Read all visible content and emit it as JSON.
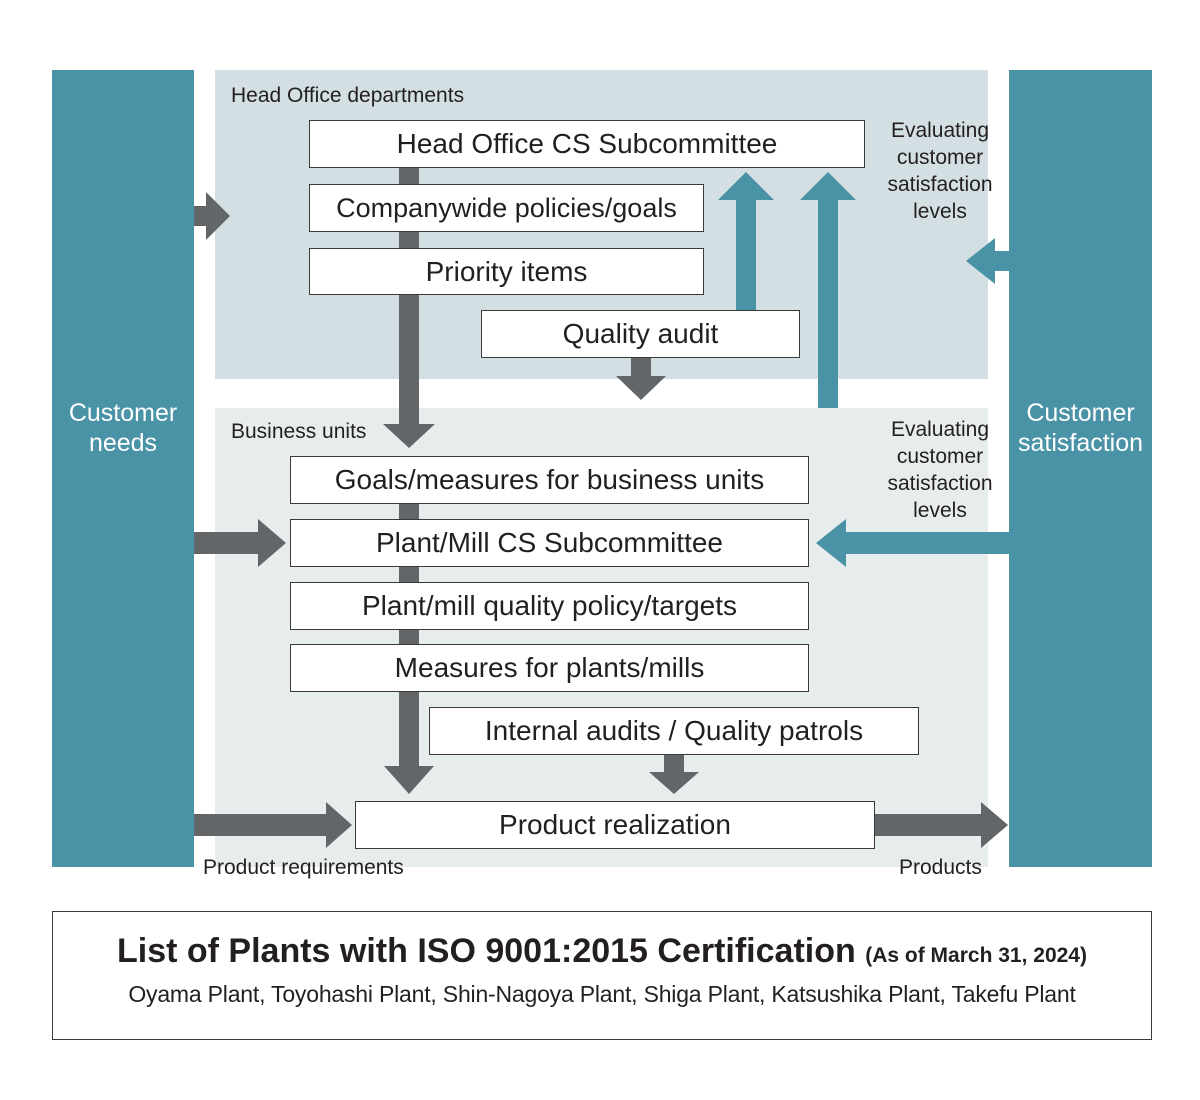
{
  "panels": {
    "head_office_label": "Head Office departments",
    "business_units_label": "Business units"
  },
  "sides": {
    "left": [
      "Customer",
      "needs"
    ],
    "right": [
      "Customer",
      "satisfaction"
    ]
  },
  "boxes": {
    "head_cs": "Head Office CS Subcommittee",
    "companywide": "Companywide policies/goals",
    "priority": "Priority items",
    "quality_audit": "Quality audit",
    "goals_bu": "Goals/measures for business units",
    "plant_cs": "Plant/Mill CS Subcommittee",
    "plant_policy": "Plant/mill quality policy/targets",
    "measures": "Measures for plants/mills",
    "internal_audits": "Internal audits / Quality patrols",
    "product_realization": "Product realization"
  },
  "evaluating": {
    "top": [
      "Evaluating",
      "customer",
      "satisfaction",
      "levels"
    ],
    "bottom": [
      "Evaluating",
      "customer",
      "satisfaction",
      "levels"
    ]
  },
  "flow_labels": {
    "product_requirements": "Product requirements",
    "products": "Products"
  },
  "certification": {
    "title": "List of Plants with ISO 9001:2015 Certification",
    "date": "(As of March 31, 2024)",
    "plants": "Oyama Plant, Toyohashi Plant, Shin-Nagoya Plant, Shiga Plant, Katsushika Plant, Takefu Plant"
  },
  "colors": {
    "teal": "#4a92a5",
    "gray_arrow": "#636669",
    "head_office_bg": "#d4dfe4",
    "business_units_bg": "#e7eced"
  }
}
